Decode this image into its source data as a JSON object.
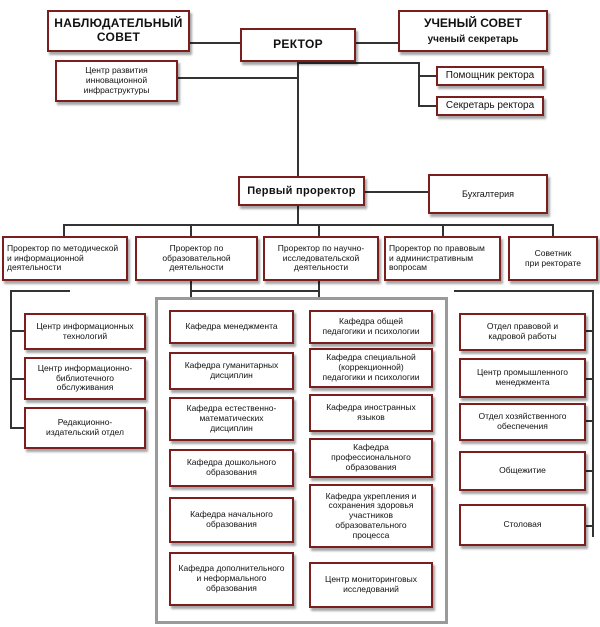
{
  "supervisory_board": "НАБЛЮДАТЕЛЬНЫЙ\nСОВЕТ",
  "rector": "РЕКТОР",
  "academic_council": {
    "title": "УЧЕНЫЙ СОВЕТ",
    "subtitle": "ученый секретарь"
  },
  "innovation_center": "Центр развития\nинновационной\nинфраструктуры",
  "rector_assistant": "Помощник ректора",
  "rector_secretary": "Секретарь  ректора",
  "first_vice_rector": "Первый проректор",
  "accounting": "Бухгалтерия",
  "vice_rectors": [
    "Проректор по методической\nи информационной\nдеятельности",
    "Проректор по\nобразовательной\nдеятельности",
    "Проректор по научно-\nисследовательской\nдеятельности",
    "Проректор по правовым\nи административным\nвопросам",
    "Советник\nпри    ректорате"
  ],
  "left_units": [
    "Центр информационных\nтехнологий",
    "Центр информационно-\nбиблиотечного\nобслуживания",
    "Редакционно-\nиздательский отдел"
  ],
  "departments_left": [
    "Кафедра менеджмента",
    "Кафедра гуманитарных\nдисциплин",
    "Кафедра естественно-\nматематических\nдисциплин",
    "Кафедра дошкольного\nобразования",
    "Кафедра начального\nобразования",
    "Кафедра  дополнительного\nи  неформального\nобразования"
  ],
  "departments_right": [
    "Кафедра общей\nпедагогики и психологии",
    "Кафедра специальной\n(коррекционной)\nпедагогики и психологии",
    "Кафедра иностранных\nязыков",
    "Кафедра\nпрофессионального\nобразования",
    "Кафедра укрепления и\nсохранения здоровья\nучастников\nобразовательного\nпроцесса",
    "Центр мониторинговых\nисследований"
  ],
  "right_units": [
    "Отдел правовой и\nкадровой работы",
    "Центр промышленного\nменеджмента",
    "Отдел хозяйственного\nобеспечения",
    "Общежитие",
    "Столовая"
  ],
  "colors": {
    "box_border": "#7b1e1e",
    "connector": "#333333",
    "panel_border": "#9a9a9a"
  }
}
